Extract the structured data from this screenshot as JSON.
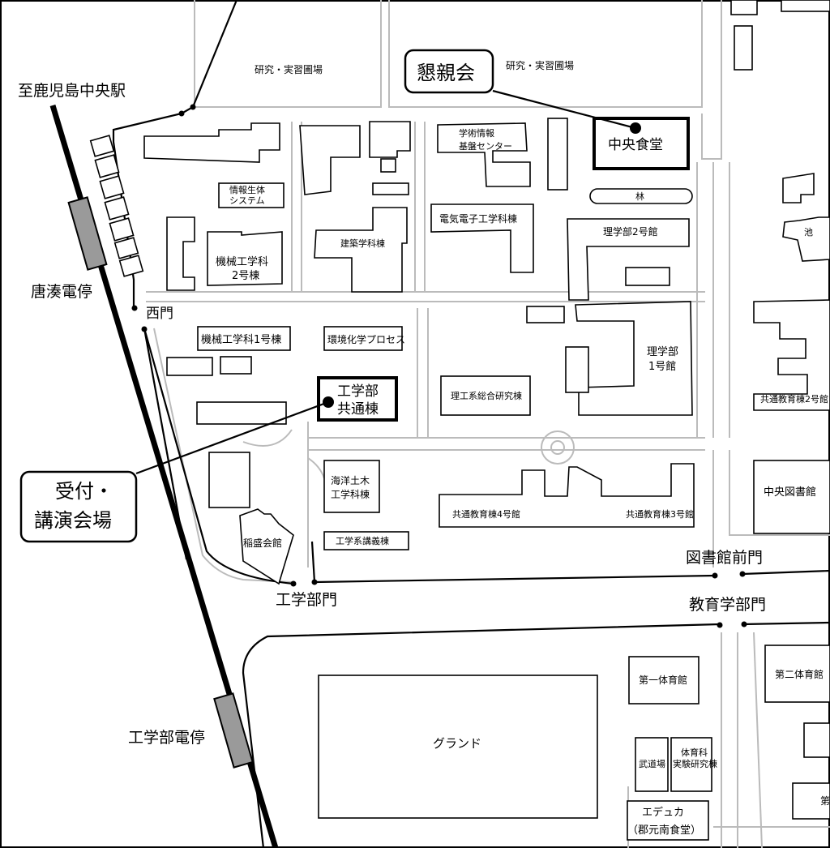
{
  "stations": {
    "kagoshima_chuo": "至鹿児島中央駅",
    "toriminato": "唐湊電停",
    "kogakubu": "工学部電停"
  },
  "gates": {
    "west": "西門",
    "engineering": "工学部門",
    "library_front": "図書館前門",
    "education": "教育学部門"
  },
  "callouts": {
    "konshinkai": "懇親会",
    "reception_line1": "受付・",
    "reception_line2": "講演会場"
  },
  "labels": {
    "farm_left": "研究・実習圃場",
    "farm_right": "研究・実習圃場",
    "gakujutsu1": "学術情報",
    "gakujutsu2": "基盤センター",
    "shokudo": "中央食堂",
    "hayashi": "林",
    "jouhou1": "情報生体",
    "jouhou2": "システム",
    "kenchiku": "建築学科棟",
    "denki": "電気電子工学科棟",
    "rigaku2": "理学部2号館",
    "ike": "池",
    "kikai2_1": "機械工学科",
    "kikai2_2": "2号棟",
    "kikai1": "機械工学科1号棟",
    "kankyo": "環境化学プロセス",
    "rigaku1_1": "理学部",
    "rigaku1_2": "1号館",
    "kyoutsuu2": "共通教育棟2号館",
    "kougaku_kyoutsuu1": "工学部",
    "kougaku_kyoutsuu2": "共通棟",
    "rikou": "理工系総合研究棟",
    "kaiyou1": "海洋土木",
    "kaiyou2": "工学科棟",
    "kyoutsuu4": "共通教育棟4号館",
    "kyoutsuu3": "共通教育棟3号館",
    "toshokan": "中央図書館",
    "inamori": "稲盛会館",
    "kougakukei": "工学系講義棟",
    "taiikukan1": "第一体育館",
    "taiikukan2": "第二体育館",
    "ground": "グランド",
    "budou": "武道場",
    "taiikuka1": "体育科",
    "taiikuka2": "実験研究棟",
    "educa1": "エデュカ",
    "educa2": "（郡元南食堂）",
    "edge_char": "第"
  },
  "colors": {
    "line": "#000000",
    "road": "#bbbbbb",
    "station": "#9a9a9a"
  }
}
